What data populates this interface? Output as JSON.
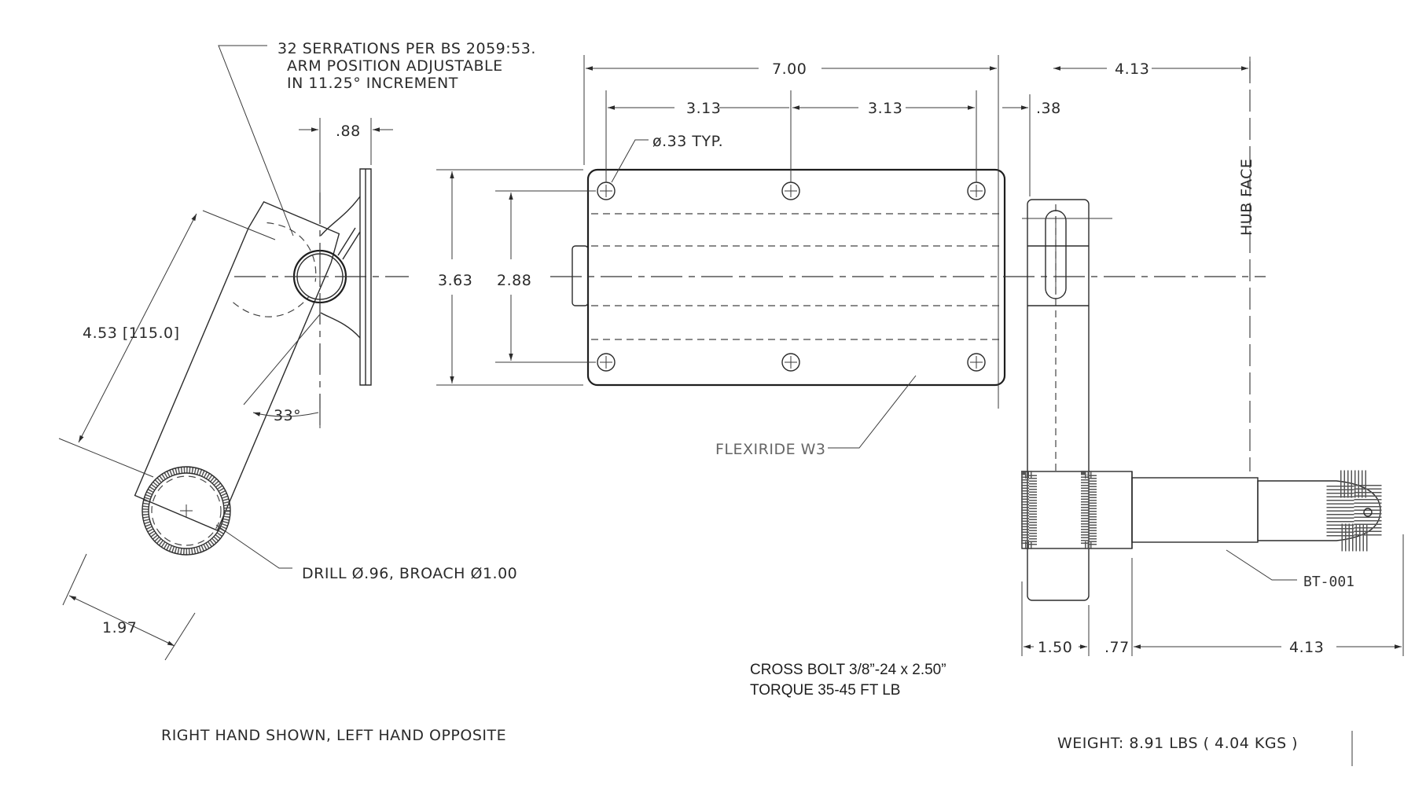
{
  "notes": {
    "serrations_line1": "32 SERRATIONS PER BS 2059:53.",
    "serrations_line2": "ARM POSITION ADJUSTABLE",
    "serrations_line3": "IN 11.25° INCREMENT",
    "hole_typ": "ø.33 TYP.",
    "drill": "DRILL Ø.96, BROACH Ø1.00",
    "hand": "RIGHT HAND SHOWN, LEFT HAND OPPOSITE",
    "flexiride": "FLEXIRIDE W3",
    "hub_face": "HUB FACE",
    "part_number": "BT-001",
    "cross_bolt": "CROSS BOLT 3/8”-24 x 2.50”",
    "torque": "TORQUE 35-45 FT LB",
    "weight": "WEIGHT: 8.91 LBS ( 4.04 KGS )"
  },
  "dimensions": {
    "d_088": ".88",
    "d_453": "4.53 [115.0]",
    "d_33deg": "33°",
    "d_197": "1.97",
    "d_700": "7.00",
    "d_313a": "3.13",
    "d_313b": "3.13",
    "d_413top": "4.13",
    "d_038": ".38",
    "d_363": "3.63",
    "d_288": "2.88",
    "d_150": "1.50",
    "d_077": ".77",
    "d_413bot": "4.13"
  }
}
